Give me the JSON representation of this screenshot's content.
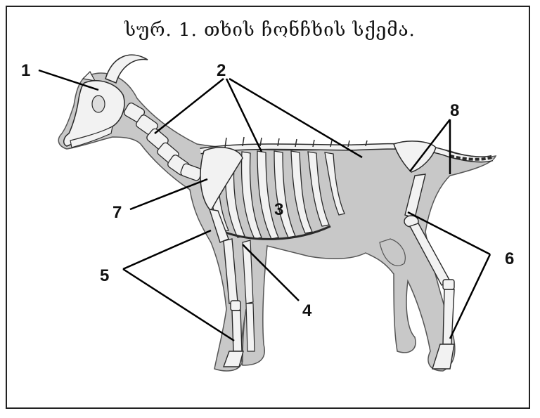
{
  "title": "სურ. 1. თხის ჩონჩხის სქემა.",
  "labels": {
    "l1": "1",
    "l2": "2",
    "l3": "3",
    "l4": "4",
    "l5": "5",
    "l6": "6",
    "l7": "7",
    "l8": "8"
  },
  "colors": {
    "body": "#c8c8c8",
    "bone": "#f2f2f2",
    "outline": "#2a2a2a",
    "line": "#000000"
  }
}
